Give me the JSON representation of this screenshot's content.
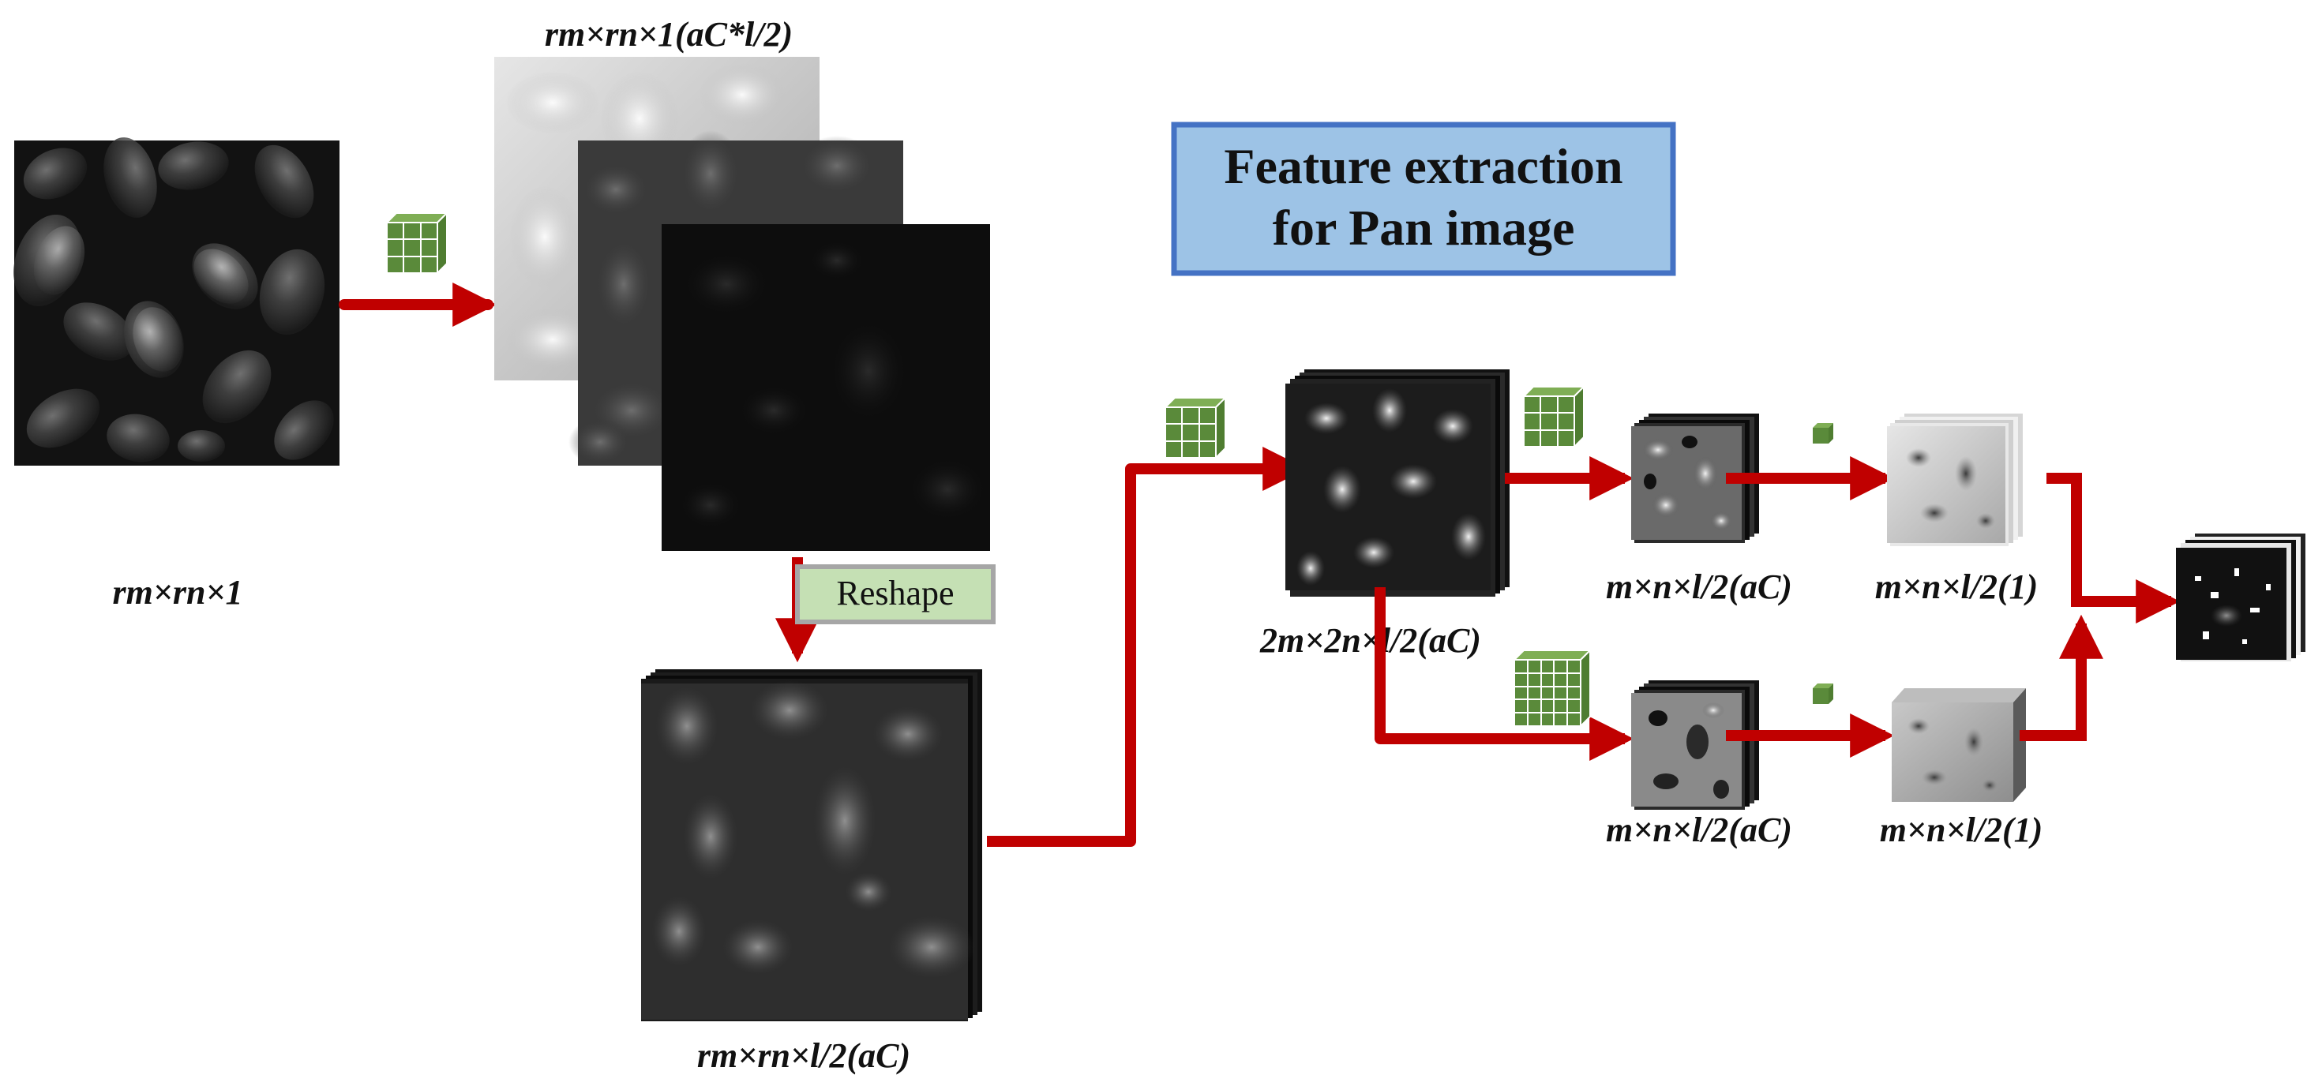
{
  "title": {
    "line1": "Feature extraction",
    "line2": "for Pan image"
  },
  "reshape_label": "Reshape",
  "labels": {
    "input": "rm×rn×1",
    "upsampled": "rm×rn×1(aC*l/2)",
    "reshaped": "rm×rn×l/2(aC)",
    "downsampled": "2m×2n×l/2(aC)",
    "branch_top_feat": "m×n×l/2(aC)",
    "branch_top_out": "m×n×l/2(1)",
    "branch_bot_feat": "m×n×l/2(aC)",
    "branch_bot_out": "m×n×l/2(1)"
  },
  "colors": {
    "arrow": "#c00000",
    "kernel": "#5a8a3a",
    "title_fill": "#9dc3e6",
    "title_border": "#4472c4",
    "reshape_fill": "#c5e0b4",
    "reshape_border": "#a6a6a6"
  },
  "icons": {
    "kernel_small": "conv-kernel-3x3-icon",
    "kernel_large": "conv-kernel-5x5-icon",
    "kernel_1x1": "conv-kernel-1x1-icon"
  }
}
